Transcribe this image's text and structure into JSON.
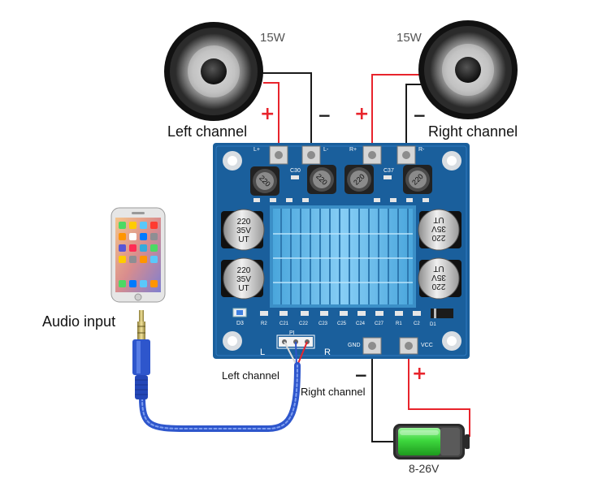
{
  "speakers": {
    "left": {
      "power": "15W",
      "name": "Left channel"
    },
    "right": {
      "power": "15W",
      "name": "Right channel"
    }
  },
  "signs": {
    "plus": "+",
    "minus": "−"
  },
  "board": {
    "outputs": [
      "L+",
      "L-",
      "R+",
      "R-"
    ],
    "inductors": [
      "220",
      "220",
      "220",
      "220"
    ],
    "small_caps": [
      "C30",
      "C37"
    ],
    "capacitors": [
      "220",
      "35V",
      "UT"
    ],
    "refs": [
      "R2",
      "C21",
      "C22",
      "C23",
      "C25",
      "C24",
      "C27",
      "R1",
      "C2",
      "D1"
    ],
    "led": "D3",
    "input_header": "PI",
    "input_l": "L",
    "input_r": "R",
    "gnd": "GND",
    "vcc": "VCC"
  },
  "audio": {
    "label": "Audio input",
    "left": "Left channel",
    "right": "Right channel"
  },
  "power": {
    "voltage": "8-26V"
  },
  "colors": {
    "pcb": "#1a5f9c",
    "pcb_dark": "#0f477a",
    "heatsink": "#5fb4e6",
    "wire_red": "#e8242c",
    "wire_black": "#1a1a1a",
    "cable": "#2e56cc",
    "battery": "#3ed83e"
  }
}
